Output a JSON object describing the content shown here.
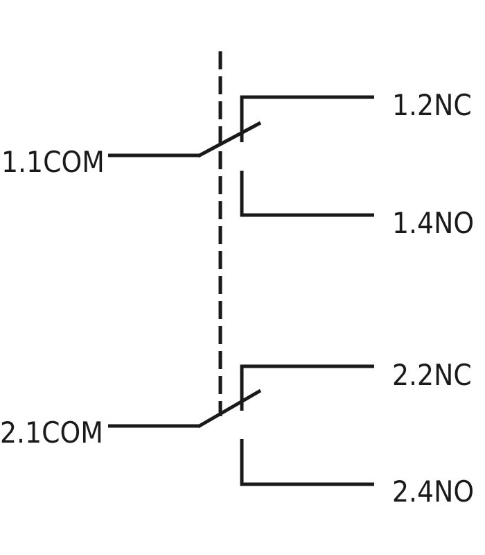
{
  "diagram": {
    "type": "relay-contacts-changeover-2pole",
    "colors": {
      "line": "#1a1a1a",
      "background": "#ffffff"
    },
    "pole1": {
      "com": "1.1COM",
      "nc": "1.2NC",
      "no": "1.4NO"
    },
    "pole2": {
      "com": "2.1COM",
      "nc": "2.2NC",
      "no": "2.4NO"
    }
  }
}
